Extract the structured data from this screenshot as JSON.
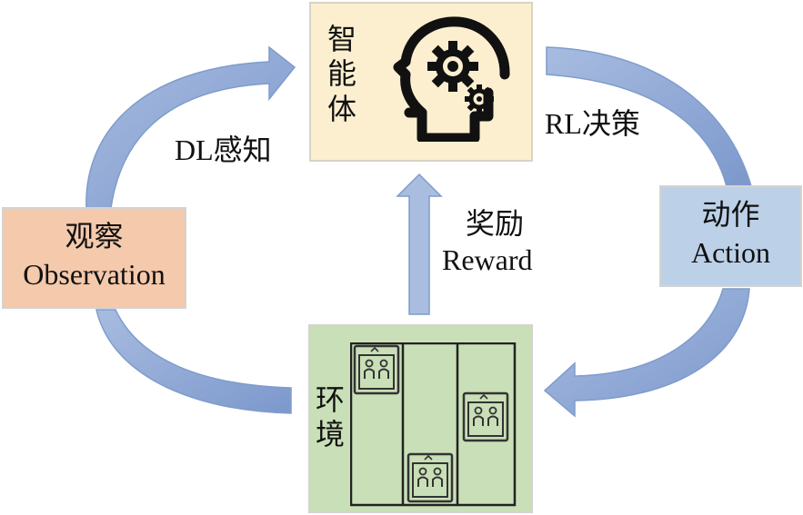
{
  "agent": {
    "label_chars": [
      "智",
      "能",
      "体"
    ],
    "icon": "head-gears-icon"
  },
  "observation": {
    "line1": "观察",
    "line2": "Observation"
  },
  "action": {
    "line1": "动作",
    "line2": "Action"
  },
  "environment": {
    "label_chars": [
      "环",
      "境"
    ],
    "icon": "elevator-icon"
  },
  "edges": {
    "dl_perception": "DL感知",
    "rl_decision": "RL决策",
    "reward_cn": "奖励",
    "reward_en": "Reward"
  },
  "colors": {
    "agent_fill": "#fcefcf",
    "observation_fill": "#f4c9ac",
    "action_fill": "#bcd1e8",
    "environment_fill": "#c9dfb7",
    "arrow_fill": "#a9bde0",
    "arrow_edge": "#7f9ccc"
  }
}
